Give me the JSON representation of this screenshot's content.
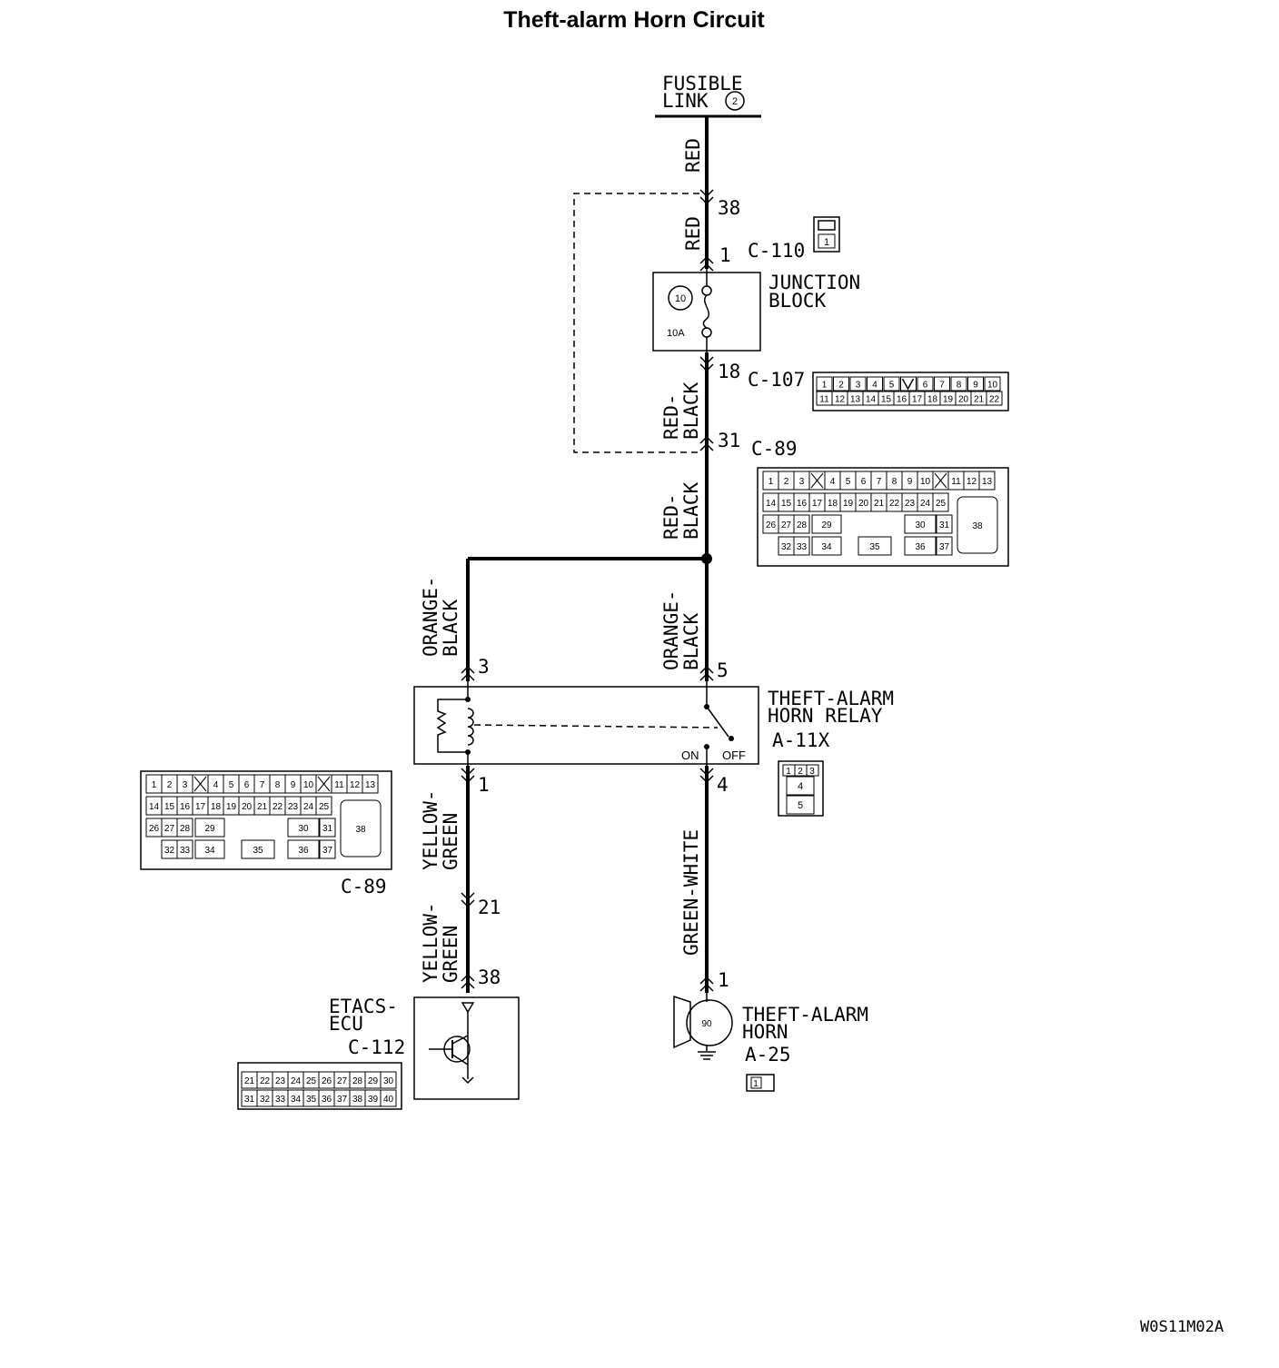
{
  "title": "Theft-alarm  Horn  Circuit",
  "figure_code": "W0S11M02A",
  "source": {
    "line1": "FUSIBLE",
    "line2": "LINK",
    "link_number": "2"
  },
  "wires": {
    "red_top": "RED",
    "red_mid": "RED",
    "red_black_upper": [
      "RED-",
      "BLACK"
    ],
    "red_black_lower": [
      "RED-",
      "BLACK"
    ],
    "orange_black_left": [
      "ORANGE-",
      "BLACK"
    ],
    "orange_black_right": [
      "ORANGE-",
      "BLACK"
    ],
    "yellow_green_upper": [
      "YELLOW-",
      "GREEN"
    ],
    "yellow_green_lower": [
      "YELLOW-",
      "GREEN"
    ],
    "green_white": "GREEN-WHITE"
  },
  "pins": {
    "p38_top": "38",
    "p1_c110": "1",
    "p18": "18",
    "p31": "31",
    "p3": "3",
    "p5": "5",
    "p1_relay": "1",
    "p4": "4",
    "p21": "21",
    "p38_ecu": "38",
    "p1_horn": "1"
  },
  "components": {
    "c110": "C-110",
    "junction_block": {
      "line1": "JUNCTION",
      "line2": "BLOCK",
      "fuse_number": "10",
      "fuse_rating": "10A"
    },
    "c107": "C-107",
    "c89_top": "C-89",
    "relay": {
      "line1": "THEFT-ALARM",
      "line2": "HORN RELAY",
      "code": "A-11X",
      "on": "ON",
      "off": "OFF"
    },
    "c89_left": "C-89",
    "ecu": {
      "line1": "ETACS-",
      "line2": "ECU",
      "code": "C-112"
    },
    "horn": {
      "line1": "THEFT-ALARM",
      "line2": "HORN",
      "code": "A-25"
    }
  },
  "connector_c110": {
    "pins": [
      "1"
    ]
  },
  "connector_c107": {
    "row1": [
      "1",
      "2",
      "3",
      "4",
      "5",
      "",
      "6",
      "7",
      "8",
      "9",
      "10"
    ],
    "row2": [
      "11",
      "12",
      "13",
      "14",
      "15",
      "16",
      "17",
      "18",
      "19",
      "20",
      "21",
      "22"
    ]
  },
  "connector_c89": {
    "row1": [
      "1",
      "2",
      "3",
      "X",
      "4",
      "5",
      "6",
      "7",
      "8",
      "9",
      "10",
      "X",
      "11",
      "12",
      "13"
    ],
    "row2": [
      "14",
      "15",
      "16",
      "17",
      "18",
      "19",
      "20",
      "21",
      "22",
      "23",
      "24",
      "25"
    ],
    "row3": [
      "26",
      "27",
      "28",
      "29",
      "30",
      "31"
    ],
    "row4": [
      "32",
      "33",
      "34",
      "35",
      "36",
      "37"
    ],
    "big": "38"
  },
  "connector_a11x": {
    "row1": [
      "1",
      "2",
      "3"
    ],
    "row2": [
      "4"
    ],
    "row3": [
      "5"
    ]
  },
  "connector_c112": {
    "row1": [
      "21",
      "22",
      "23",
      "24",
      "25",
      "26",
      "27",
      "28",
      "29",
      "30"
    ],
    "row2": [
      "31",
      "32",
      "33",
      "34",
      "35",
      "36",
      "37",
      "38",
      "39",
      "40"
    ]
  },
  "connector_a25": {
    "pins": [
      "1"
    ]
  }
}
